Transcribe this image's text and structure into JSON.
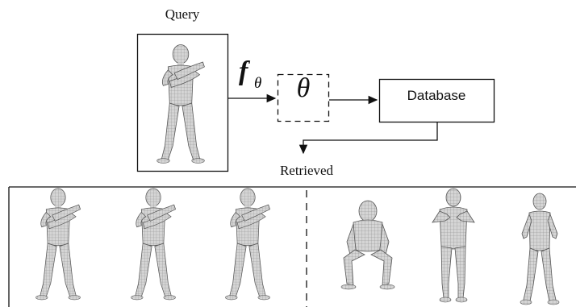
{
  "query": {
    "label": "Query"
  },
  "mapping": {
    "function": "f",
    "subscript": "θ",
    "param": "θ"
  },
  "database": {
    "label": "Database"
  },
  "retrieved": {
    "label": "Retrieved"
  },
  "results": {
    "left_group": [
      "pose-match-1",
      "pose-match-2",
      "pose-match-3"
    ],
    "right_group": [
      "squat-pose",
      "arms-forward-pose",
      "arms-down-pose"
    ]
  }
}
